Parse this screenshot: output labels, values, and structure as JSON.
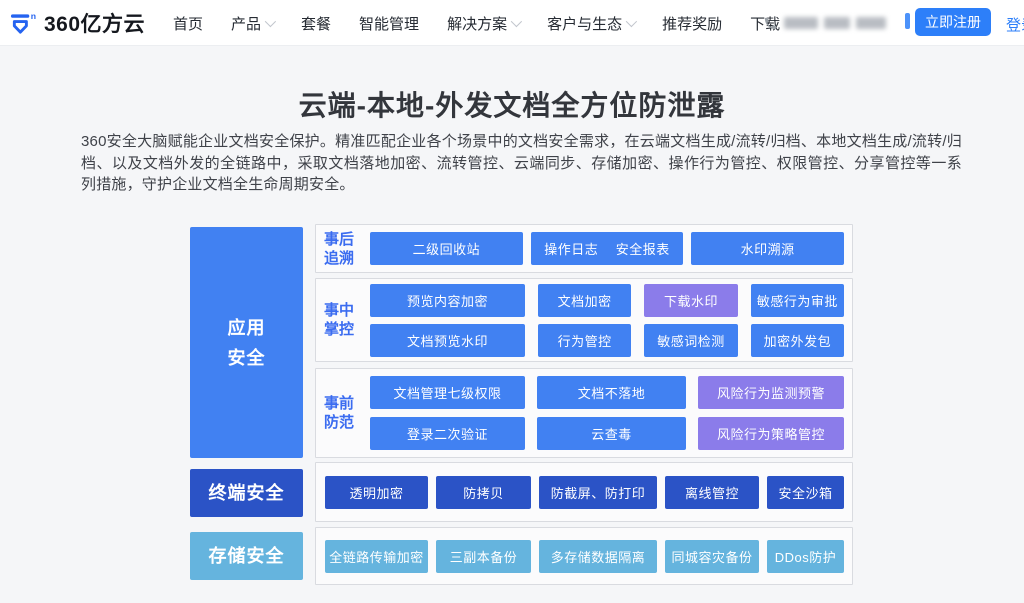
{
  "colors": {
    "accent_blue": "#2d7ff9",
    "box_blue": "#4181f2",
    "box_purple": "#8b7cea",
    "box_dark_blue": "#2b53c6",
    "box_light_blue": "#65b4de",
    "section_label_blue": "#3b6cf0",
    "page_background": "#f5f6f8"
  },
  "navbar": {
    "logo_text": "360亿方云",
    "menu": [
      {
        "label": "首页",
        "dropdown": false
      },
      {
        "label": "产品",
        "dropdown": true
      },
      {
        "label": "套餐",
        "dropdown": false
      },
      {
        "label": "智能管理",
        "dropdown": false
      },
      {
        "label": "解决方案",
        "dropdown": true
      },
      {
        "label": "客户与生态",
        "dropdown": true
      },
      {
        "label": "推荐奖励",
        "dropdown": false
      },
      {
        "label": "下载",
        "dropdown": false
      }
    ],
    "phone_icon": "phone-icon",
    "register_label": "立即注册",
    "login_label": "登录"
  },
  "hero": {
    "title": "云端-本地-外发文档全方位防泄露",
    "description": "360安全大脑赋能企业文档安全保护。精准匹配企业各个场景中的文档安全需求，在云端文档生成/流转/归档、本地文档生成/流转/归档、以及文档外发的全链路中，采取文档落地加密、流转管控、云端同步、存储加密、操作行为管控、权限管控、分享管控等一系列措施，守护企业文档全生命周期安全。"
  },
  "diagram": {
    "app_label": "应用\n安全",
    "s1": {
      "label": "事后\n追溯",
      "boxes": [
        {
          "label": "二级回收站"
        },
        {
          "label": "操作日志　 安全报表"
        },
        {
          "label": "水印溯源"
        }
      ]
    },
    "s2": {
      "label": "事中\n掌控",
      "row1": [
        {
          "label": "预览内容加密"
        },
        {
          "label": "文档加密"
        },
        {
          "label": "下载水印"
        },
        {
          "label": "敏感行为审批"
        }
      ],
      "row2": [
        {
          "label": "文档预览水印"
        },
        {
          "label": "行为管控"
        },
        {
          "label": "敏感词检测"
        },
        {
          "label": "加密外发包"
        }
      ]
    },
    "s3": {
      "label": "事前\n防范",
      "row1": [
        {
          "label": "文档管理七级权限"
        },
        {
          "label": "文档不落地"
        },
        {
          "label": "风险行为监测预警"
        }
      ],
      "row2": [
        {
          "label": "登录二次验证"
        },
        {
          "label": "云查毒"
        },
        {
          "label": "风险行为策略管控"
        }
      ]
    },
    "terminal": {
      "label": "终端安全",
      "boxes": [
        {
          "label": "透明加密"
        },
        {
          "label": "防拷贝"
        },
        {
          "label": "防截屏、防打印"
        },
        {
          "label": "离线管控"
        },
        {
          "label": "安全沙箱"
        }
      ]
    },
    "storage": {
      "label": "存储安全",
      "boxes": [
        {
          "label": "全链路传输加密"
        },
        {
          "label": "三副本备份"
        },
        {
          "label": "多存储数据隔离"
        },
        {
          "label": "同城容灾备份"
        },
        {
          "label": "DDos防护"
        }
      ]
    }
  }
}
